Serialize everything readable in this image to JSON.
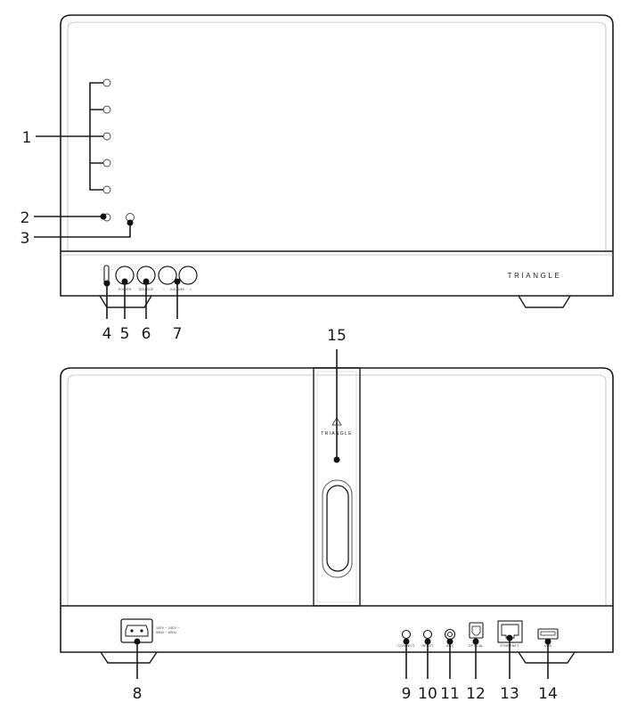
{
  "front": {
    "brand": "TRIANGLE",
    "labels": {
      "power": "POWER",
      "source": "SOURCE",
      "volume": "VOLUME",
      "minus": "−",
      "plus": "+"
    }
  },
  "back": {
    "brand": "TRIANGLE",
    "mains_rating_1": "100V ~ 240V ~",
    "mains_rating_2": "50Hz ~ 60Hz",
    "port_labels": {
      "connect": "CONNECT",
      "reset": "RESET",
      "aux": "AUX",
      "optical": "OPTICAL",
      "ethernet": "ETHERNET",
      "usb": "USB"
    }
  },
  "callouts": [
    "1",
    "2",
    "3",
    "4",
    "5",
    "6",
    "7",
    "8",
    "9",
    "10",
    "11",
    "12",
    "13",
    "14",
    "15"
  ],
  "icons": {
    "logo": "triangle-logo-icon",
    "power_socket": "iec-power-socket-icon",
    "ethernet": "ethernet-port-icon",
    "usb": "usb-port-icon",
    "optical": "optical-port-icon"
  }
}
